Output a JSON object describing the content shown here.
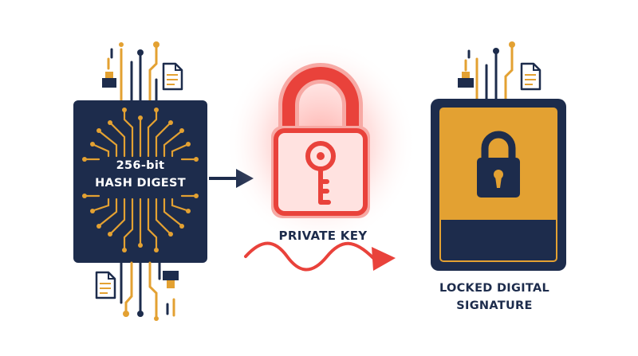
{
  "hash_block": {
    "line1": "256-bit",
    "line2": "HASH DIGEST"
  },
  "private_key": {
    "label": "PRIVATE KEY"
  },
  "signature": {
    "line1": "LOCKED DIGITAL",
    "line2": "SIGNATURE"
  },
  "colors": {
    "navy": "#1d2c4c",
    "gold": "#e3a132",
    "red": "#e9423b",
    "red_light": "#f7a9a4"
  },
  "icons": [
    "circuit-trace-icon",
    "document-icon",
    "chip-connector-icon",
    "padlock-icon",
    "key-icon",
    "arrow-right-icon",
    "wavy-arrow-icon",
    "keyhole-icon"
  ]
}
